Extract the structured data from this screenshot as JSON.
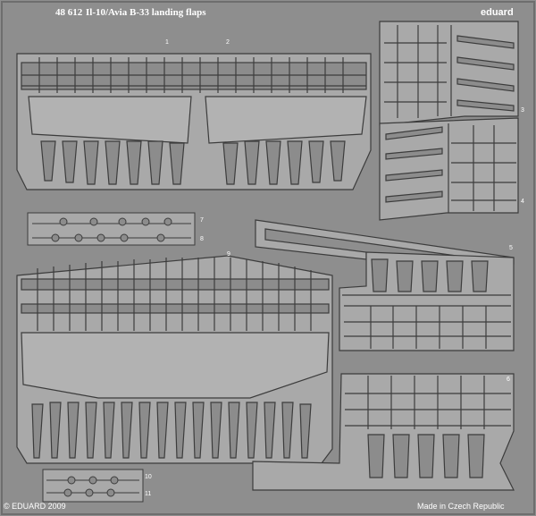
{
  "header": {
    "code": "48 612",
    "title": "Il-10/Avia B-33 landing flaps",
    "brand": "eduard"
  },
  "footer": {
    "copyright": "© EDUARD 2009",
    "origin": "Made in Czech Republic"
  },
  "part_numbers": [
    "1",
    "2",
    "3",
    "4",
    "5",
    "6",
    "7",
    "8",
    "9",
    "10",
    "11"
  ],
  "colors": {
    "fret_background": "#8e8e8e",
    "part_fill": "#a9a9a9",
    "etched_line": "#3c3c3c",
    "label_text": "#ffffff"
  }
}
